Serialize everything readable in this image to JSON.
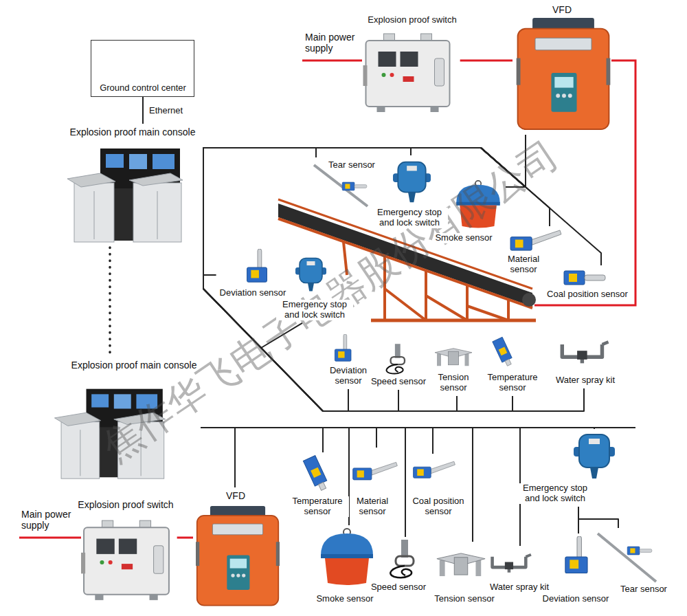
{
  "diagram": {
    "nodes": [
      {
        "text": [
          "Ground control center"
        ]
      },
      {
        "text": [
          "Explosion proof main console"
        ]
      },
      {
        "text": [
          "Explosion proof switch"
        ]
      },
      {
        "text": [
          "VFD"
        ]
      },
      {
        "text": [
          "Tear sensor"
        ]
      },
      {
        "text": [
          "Emergency stop and lock switch"
        ]
      },
      {
        "text": [
          "Smoke sensor"
        ]
      },
      {
        "text": [
          "Material sensor"
        ]
      },
      {
        "text": [
          "Coal position sensor"
        ]
      },
      {
        "text": [
          "Deviation sensor"
        ]
      },
      {
        "text": [
          "Emergency stop and lock switch"
        ]
      },
      {
        "text": [
          "Deviation sensor"
        ]
      },
      {
        "text": [
          "Speed sensor"
        ]
      },
      {
        "text": [
          "Tension sensor"
        ]
      },
      {
        "text": [
          "Temperature sensor"
        ]
      },
      {
        "text": [
          "Water spray kit"
        ]
      },
      {
        "text": [
          "Explosion proof main console"
        ]
      },
      {
        "text": [
          "Explosion proof switch"
        ]
      },
      {
        "text": [
          "VFD"
        ]
      },
      {
        "text": [
          "Temperature sensor"
        ]
      },
      {
        "text": [
          "Material sensor"
        ]
      },
      {
        "text": [
          "Coal position sensor"
        ]
      },
      {
        "text": [
          "Emergency stop and lock switch"
        ]
      },
      {
        "text": [
          "Smoke sensor"
        ]
      },
      {
        "text": [
          "Speed sensor"
        ]
      },
      {
        "text": [
          "Tension sensor"
        ]
      },
      {
        "text": [
          "Water spray kit"
        ]
      },
      {
        "text": [
          "Deviation sensor"
        ]
      },
      {
        "text": [
          "Tear sensor"
        ]
      }
    ],
    "edges": [
      {
        "from": 0,
        "to": 1,
        "label": "Ethernet",
        "arrow": "none"
      },
      {
        "from": 1,
        "to": 16,
        "arrow": "none"
      },
      {
        "from": 2,
        "to": 3,
        "arrow": "none"
      },
      {
        "from": 3,
        "to": 4,
        "arrow": "none"
      },
      {
        "from": 3,
        "to": 5,
        "arrow": "none"
      },
      {
        "from": 3,
        "to": 6,
        "arrow": "none"
      },
      {
        "from": 3,
        "to": 7,
        "arrow": "none"
      },
      {
        "from": 3,
        "to": 8,
        "arrow": "none"
      },
      {
        "from": 3,
        "to": 9,
        "arrow": "none"
      },
      {
        "from": 3,
        "to": 10,
        "arrow": "none"
      },
      {
        "from": 3,
        "to": 11,
        "arrow": "none"
      },
      {
        "from": 3,
        "to": 12,
        "arrow": "none"
      },
      {
        "from": 3,
        "to": 13,
        "arrow": "none"
      },
      {
        "from": 3,
        "to": 14,
        "arrow": "none"
      },
      {
        "from": 3,
        "to": 15,
        "arrow": "none"
      },
      {
        "from": 17,
        "to": 18,
        "arrow": "none"
      },
      {
        "from": 18,
        "to": 19,
        "arrow": "none"
      },
      {
        "from": 18,
        "to": 20,
        "arrow": "none"
      },
      {
        "from": 18,
        "to": 21,
        "arrow": "none"
      },
      {
        "from": 18,
        "to": 22,
        "arrow": "none"
      },
      {
        "from": 18,
        "to": 23,
        "arrow": "none"
      },
      {
        "from": 18,
        "to": 24,
        "arrow": "none"
      },
      {
        "from": 18,
        "to": 25,
        "arrow": "none"
      },
      {
        "from": 18,
        "to": 26,
        "arrow": "none"
      },
      {
        "from": 22,
        "to": 27,
        "arrow": "none"
      },
      {
        "from": 22,
        "to": 28,
        "arrow": "none"
      }
    ],
    "labels": [
      "Main power supply",
      "焦作华飞电子电器股份有限公司",
      "Main power supply"
    ]
  }
}
